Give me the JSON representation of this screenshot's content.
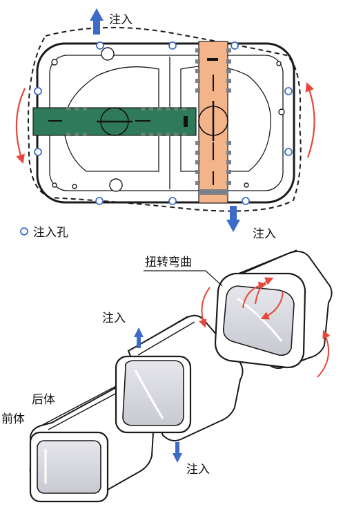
{
  "labels": {
    "inject_top": "注入",
    "inject_right": "注入",
    "inject_hole": "注入孔",
    "twist_bend": "扭转弯曲",
    "inject_mid": "注入",
    "inject_bottom": "注入",
    "rear_body": "后体",
    "front_body": "前体"
  },
  "colors": {
    "arrow_blue": "#3d6cc8",
    "rotation_red": "#e8463a",
    "green_bar": "#2f7a58",
    "orange_bar": "#f4b48a",
    "outline": "#1a1a1a",
    "shade": "#dcdce2"
  }
}
